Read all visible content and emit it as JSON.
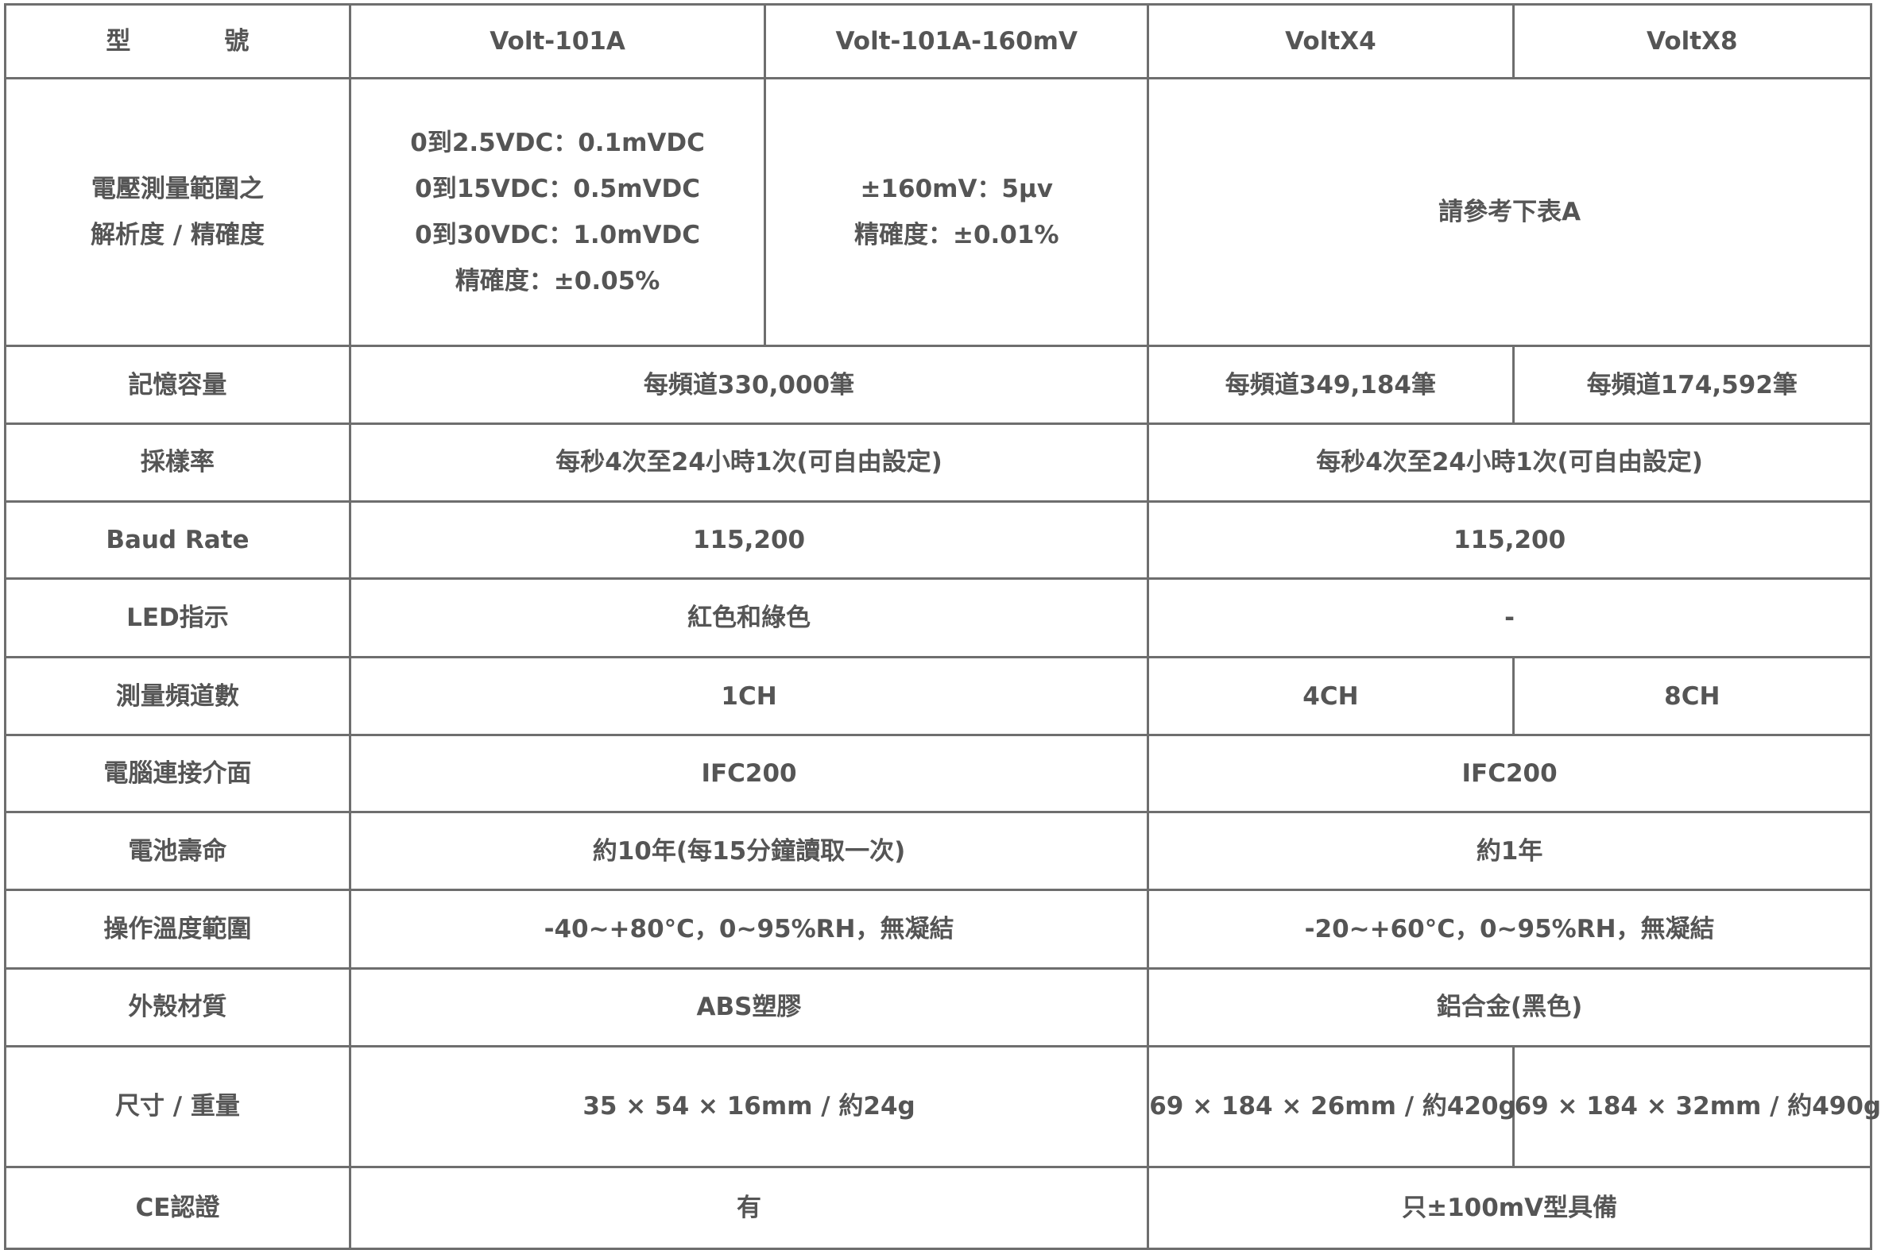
{
  "header": {
    "label_chars": [
      "型",
      "號"
    ],
    "models": [
      "Volt-101A",
      "Volt-101A-160mV",
      "VoltX4",
      "VoltX8"
    ]
  },
  "resolution": {
    "label_lines": [
      "電壓測量範圍之",
      "解析度 / 精確度"
    ],
    "volt101a_lines": [
      "0到2.5VDC：0.1mVDC",
      "0到15VDC：0.5mVDC",
      "0到30VDC：1.0mVDC",
      "精確度：±0.05%"
    ],
    "volt160_lines": [
      "±160mV：5μv",
      "精確度：±0.01%"
    ],
    "voltx": "請參考下表A"
  },
  "memory": {
    "label": "記憶容量",
    "volt101": "每頻道330,000筆",
    "voltx4": "每頻道349,184筆",
    "voltx8": "每頻道174,592筆"
  },
  "sampling": {
    "label": "採樣率",
    "volt101": "每秒4次至24小時1次(可自由設定)",
    "voltx": "每秒4次至24小時1次(可自由設定)"
  },
  "baud": {
    "label": "Baud Rate",
    "volt101": "115,200",
    "voltx": "115,200"
  },
  "led": {
    "label": "LED指示",
    "volt101": "紅色和綠色",
    "voltx": "-"
  },
  "channels": {
    "label": "測量頻道數",
    "volt101": "1CH",
    "voltx4": "4CH",
    "voltx8": "8CH"
  },
  "interface": {
    "label": "電腦連接介面",
    "volt101": "IFC200",
    "voltx": "IFC200"
  },
  "battery": {
    "label": "電池壽命",
    "volt101": "約10年(每15分鐘讀取一次)",
    "voltx": "約1年"
  },
  "temperature": {
    "label": "操作溫度範圍",
    "volt101": "-40~+80°C，0~95%RH，無凝結",
    "voltx": "-20~+60°C，0~95%RH，無凝結"
  },
  "casing": {
    "label": "外殼材質",
    "volt101": "ABS塑膠",
    "voltx": "鋁合金(黑色)"
  },
  "size": {
    "label": "尺寸 / 重量",
    "volt101": "35 × 54 × 16mm / 約24g",
    "voltx4": "69 × 184 × 26mm / 約420g",
    "voltx8": "69 × 184 × 32mm / 約490g"
  },
  "ce": {
    "label": "CE認證",
    "volt101": "有",
    "voltx": "只±100mV型具備"
  }
}
